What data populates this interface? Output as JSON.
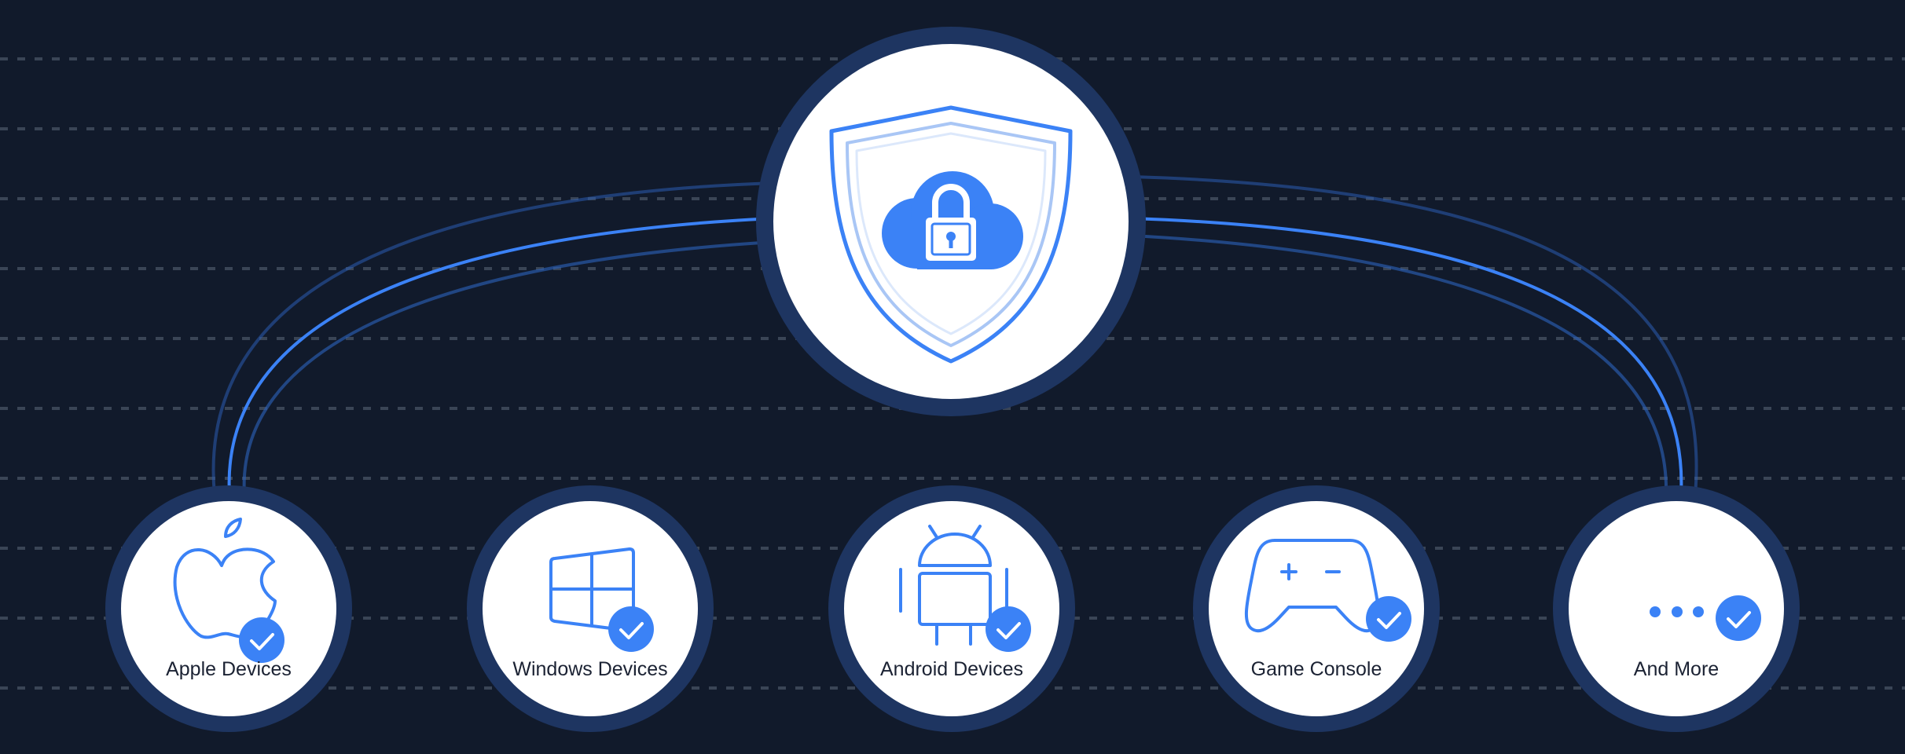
{
  "colors": {
    "background": "#111a2b",
    "ring": "#1e3561",
    "disc": "#ffffff",
    "accent": "#3b82f6",
    "label": "#1b2233",
    "grid": "#3a4556"
  },
  "hub": {
    "icon": "shield-cloud-lock-icon"
  },
  "devices": [
    {
      "id": "apple",
      "label": "Apple Devices",
      "icon": "apple-icon",
      "checked": true,
      "connected": true
    },
    {
      "id": "windows",
      "label": "Windows Devices",
      "icon": "windows-icon",
      "checked": true,
      "connected": false
    },
    {
      "id": "android",
      "label": "Android Devices",
      "icon": "android-icon",
      "checked": true,
      "connected": false
    },
    {
      "id": "game",
      "label": "Game Console",
      "icon": "gamepad-icon",
      "checked": true,
      "connected": false
    },
    {
      "id": "more",
      "label": "And More",
      "icon": "more-dots-icon",
      "checked": true,
      "connected": true
    }
  ]
}
